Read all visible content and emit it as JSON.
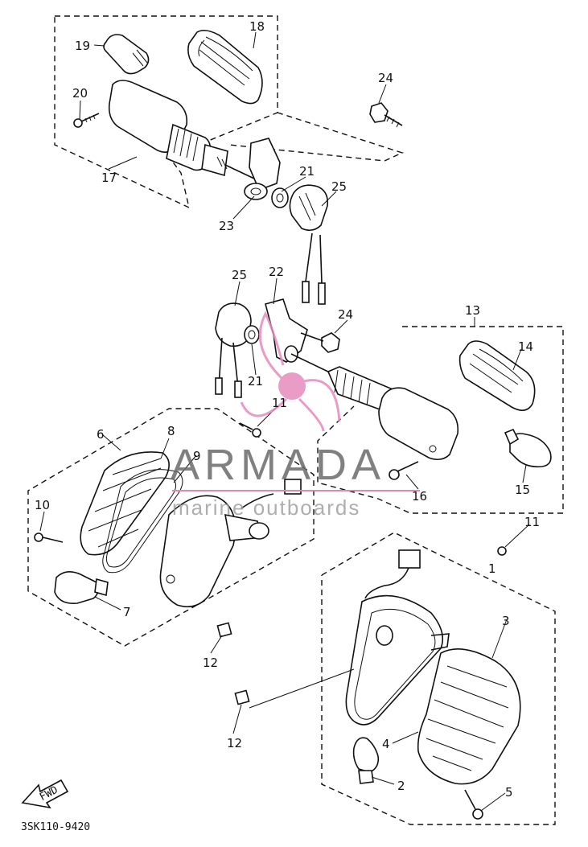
{
  "diagram": {
    "part_code": "3SK110-9420",
    "fwd_label": "FWD",
    "callouts": {
      "c1": "1",
      "c2": "2",
      "c3": "3",
      "c4": "4",
      "c5": "5",
      "c6": "6",
      "c7": "7",
      "c8": "8",
      "c9": "9",
      "c10": "10",
      "c11a": "11",
      "c11b": "11",
      "c12a": "12",
      "c12b": "12",
      "c13": "13",
      "c14": "14",
      "c15": "15",
      "c16": "16",
      "c17": "17",
      "c18": "18",
      "c19": "19",
      "c20": "20",
      "c21a": "21",
      "c21b": "21",
      "c22": "22",
      "c23": "23",
      "c24a": "24",
      "c24b": "24",
      "c25a": "25",
      "c25b": "25"
    }
  },
  "watermark": {
    "brand": "ARMADA",
    "tagline": "marine outboards",
    "accent_color": "#e58bbd",
    "line_color": "#d98bb3"
  }
}
